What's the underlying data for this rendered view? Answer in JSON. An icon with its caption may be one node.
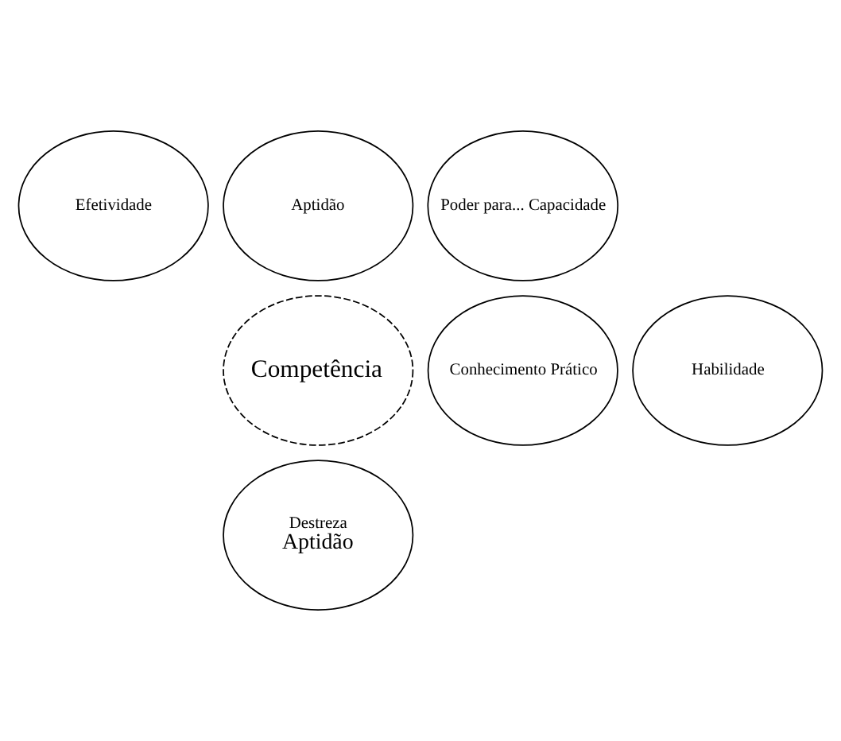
{
  "diagram": {
    "nodes": [
      {
        "text": [
          "Aptidão"
        ]
      },
      {
        "text": [
          "Efetividade"
        ]
      },
      {
        "text": [
          "Poder para... Capacidade"
        ]
      },
      {
        "text": [
          "Competência"
        ]
      },
      {
        "text": [
          "Conhecimento Prático"
        ]
      },
      {
        "text": [
          "Habilidade"
        ]
      },
      {
        "text": [
          "Destreza",
          "Aptidão"
        ]
      }
    ],
    "edges": []
  }
}
